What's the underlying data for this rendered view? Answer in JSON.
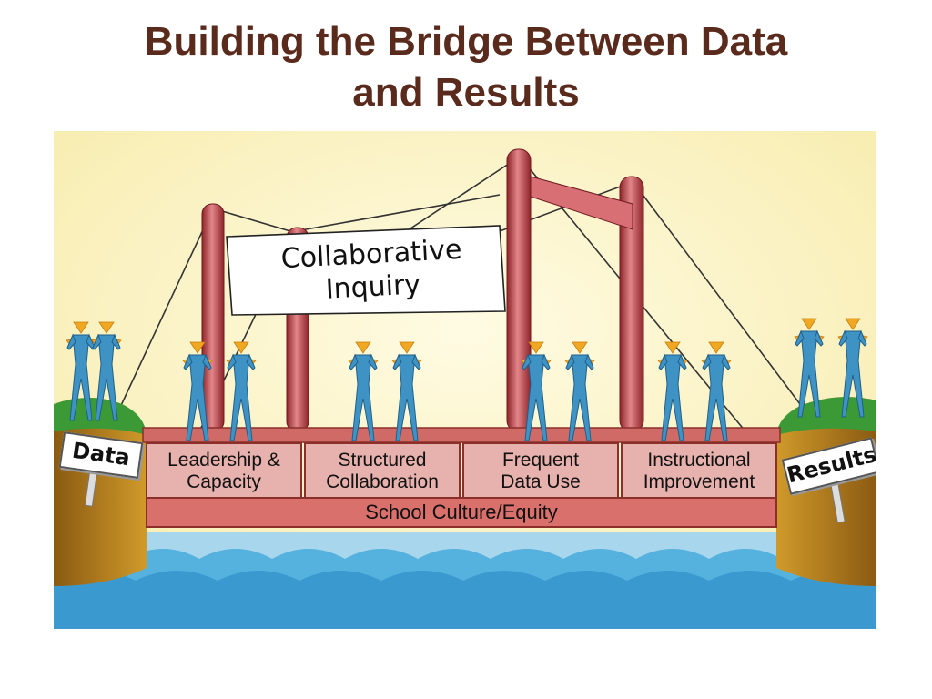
{
  "title_line1": "Building the Bridge Between Data",
  "title_line2": "and Results",
  "banner": {
    "line1": "Collaborative",
    "line2": "Inquiry"
  },
  "pillars": [
    {
      "line1": "Leadership &",
      "line2": "Capacity"
    },
    {
      "line1": "Structured",
      "line2": "Collaboration"
    },
    {
      "line1": "Frequent",
      "line2": "Data Use"
    },
    {
      "line1": "Instructional",
      "line2": "Improvement"
    }
  ],
  "foundation": "School Culture/Equity",
  "signs": {
    "left": "Data",
    "right": "Results"
  },
  "colors": {
    "title": "#5a2a1c",
    "sky": "#fbf3c0",
    "water": "#3a9ad0",
    "tower": "#b8353a",
    "pillar_fill": "#e7b1ad",
    "foundation_fill": "#d9706c",
    "figure_body": "#3f93c4",
    "figure_head": "#f0a823",
    "grass": "#3c9a36",
    "cliff": "#b07a1a"
  }
}
